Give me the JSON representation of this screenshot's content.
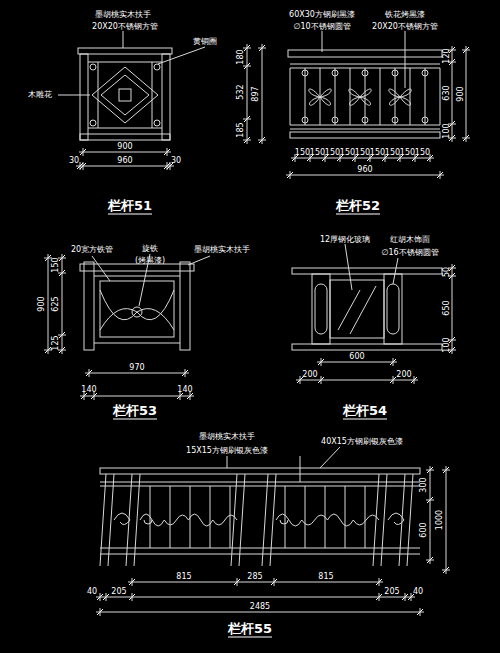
{
  "diagram": {
    "labels": [
      "墨胡桃实木扶手",
      "20X20不锈钢方管",
      "黄铜圈",
      "木雕花",
      "180",
      "532",
      "897",
      "185",
      "900",
      "30",
      "960",
      "30",
      "栏杆51",
      "60X30方钢刷黑漆",
      "∅10不锈钢圆管",
      "铁花烤黑漆",
      "20X20不锈钢方管",
      "120",
      "630",
      "900",
      "100",
      "150",
      "150",
      "150",
      "150",
      "150",
      "150",
      "150",
      "150",
      "150",
      "960",
      "栏杆52",
      "20宽方铁管",
      "旋铁",
      "(烤黑漆)",
      "墨胡桃实木扶手",
      "900",
      "150",
      "625",
      "125",
      "970",
      "140",
      "140",
      "栏杆53",
      "12厚钢化玻璃",
      "红胡木饰面",
      "∅16不锈钢圆管",
      "50",
      "650",
      "100",
      "600",
      "200",
      "200",
      "栏杆54",
      "墨胡桃实木扶手",
      "15X15方钢刷银灰色漆",
      "40X15方钢刷银灰色漆",
      "300",
      "600",
      "1000",
      "815",
      "285",
      "815",
      "40",
      "205",
      "2485",
      "205",
      "40",
      "栏杆55"
    ]
  }
}
